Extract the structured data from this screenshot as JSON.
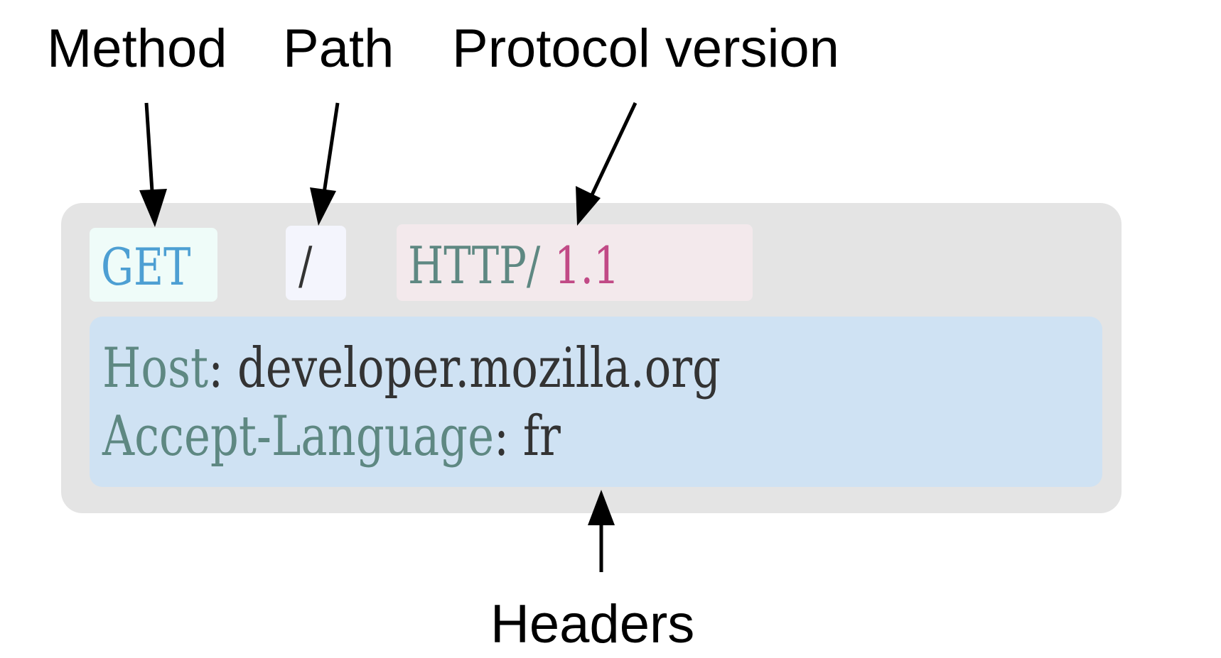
{
  "labels": {
    "method": "Method",
    "path": "Path",
    "protocol": "Protocol version",
    "headers": "Headers"
  },
  "request_line": {
    "method": "GET",
    "path": "/",
    "protocol_name": "HTTP/",
    "protocol_version": "1.1"
  },
  "headers": [
    {
      "name": "Host",
      "separator": ": ",
      "value": "developer.mozilla.org"
    },
    {
      "name": "Accept-Language",
      "separator": ": ",
      "value": "fr"
    }
  ],
  "colors": {
    "container_bg": "#e4e4e4",
    "method_bg": "#effcf9",
    "method_text": "#4d9fd3",
    "path_bg": "#f4f5fd",
    "protocol_bg": "#f3e9ec",
    "protocol_name_text": "#5e8882",
    "protocol_version_text": "#c14a86",
    "headers_bg": "#cfe2f3",
    "header_name_text": "#5e8882",
    "header_value_text": "#333333"
  }
}
